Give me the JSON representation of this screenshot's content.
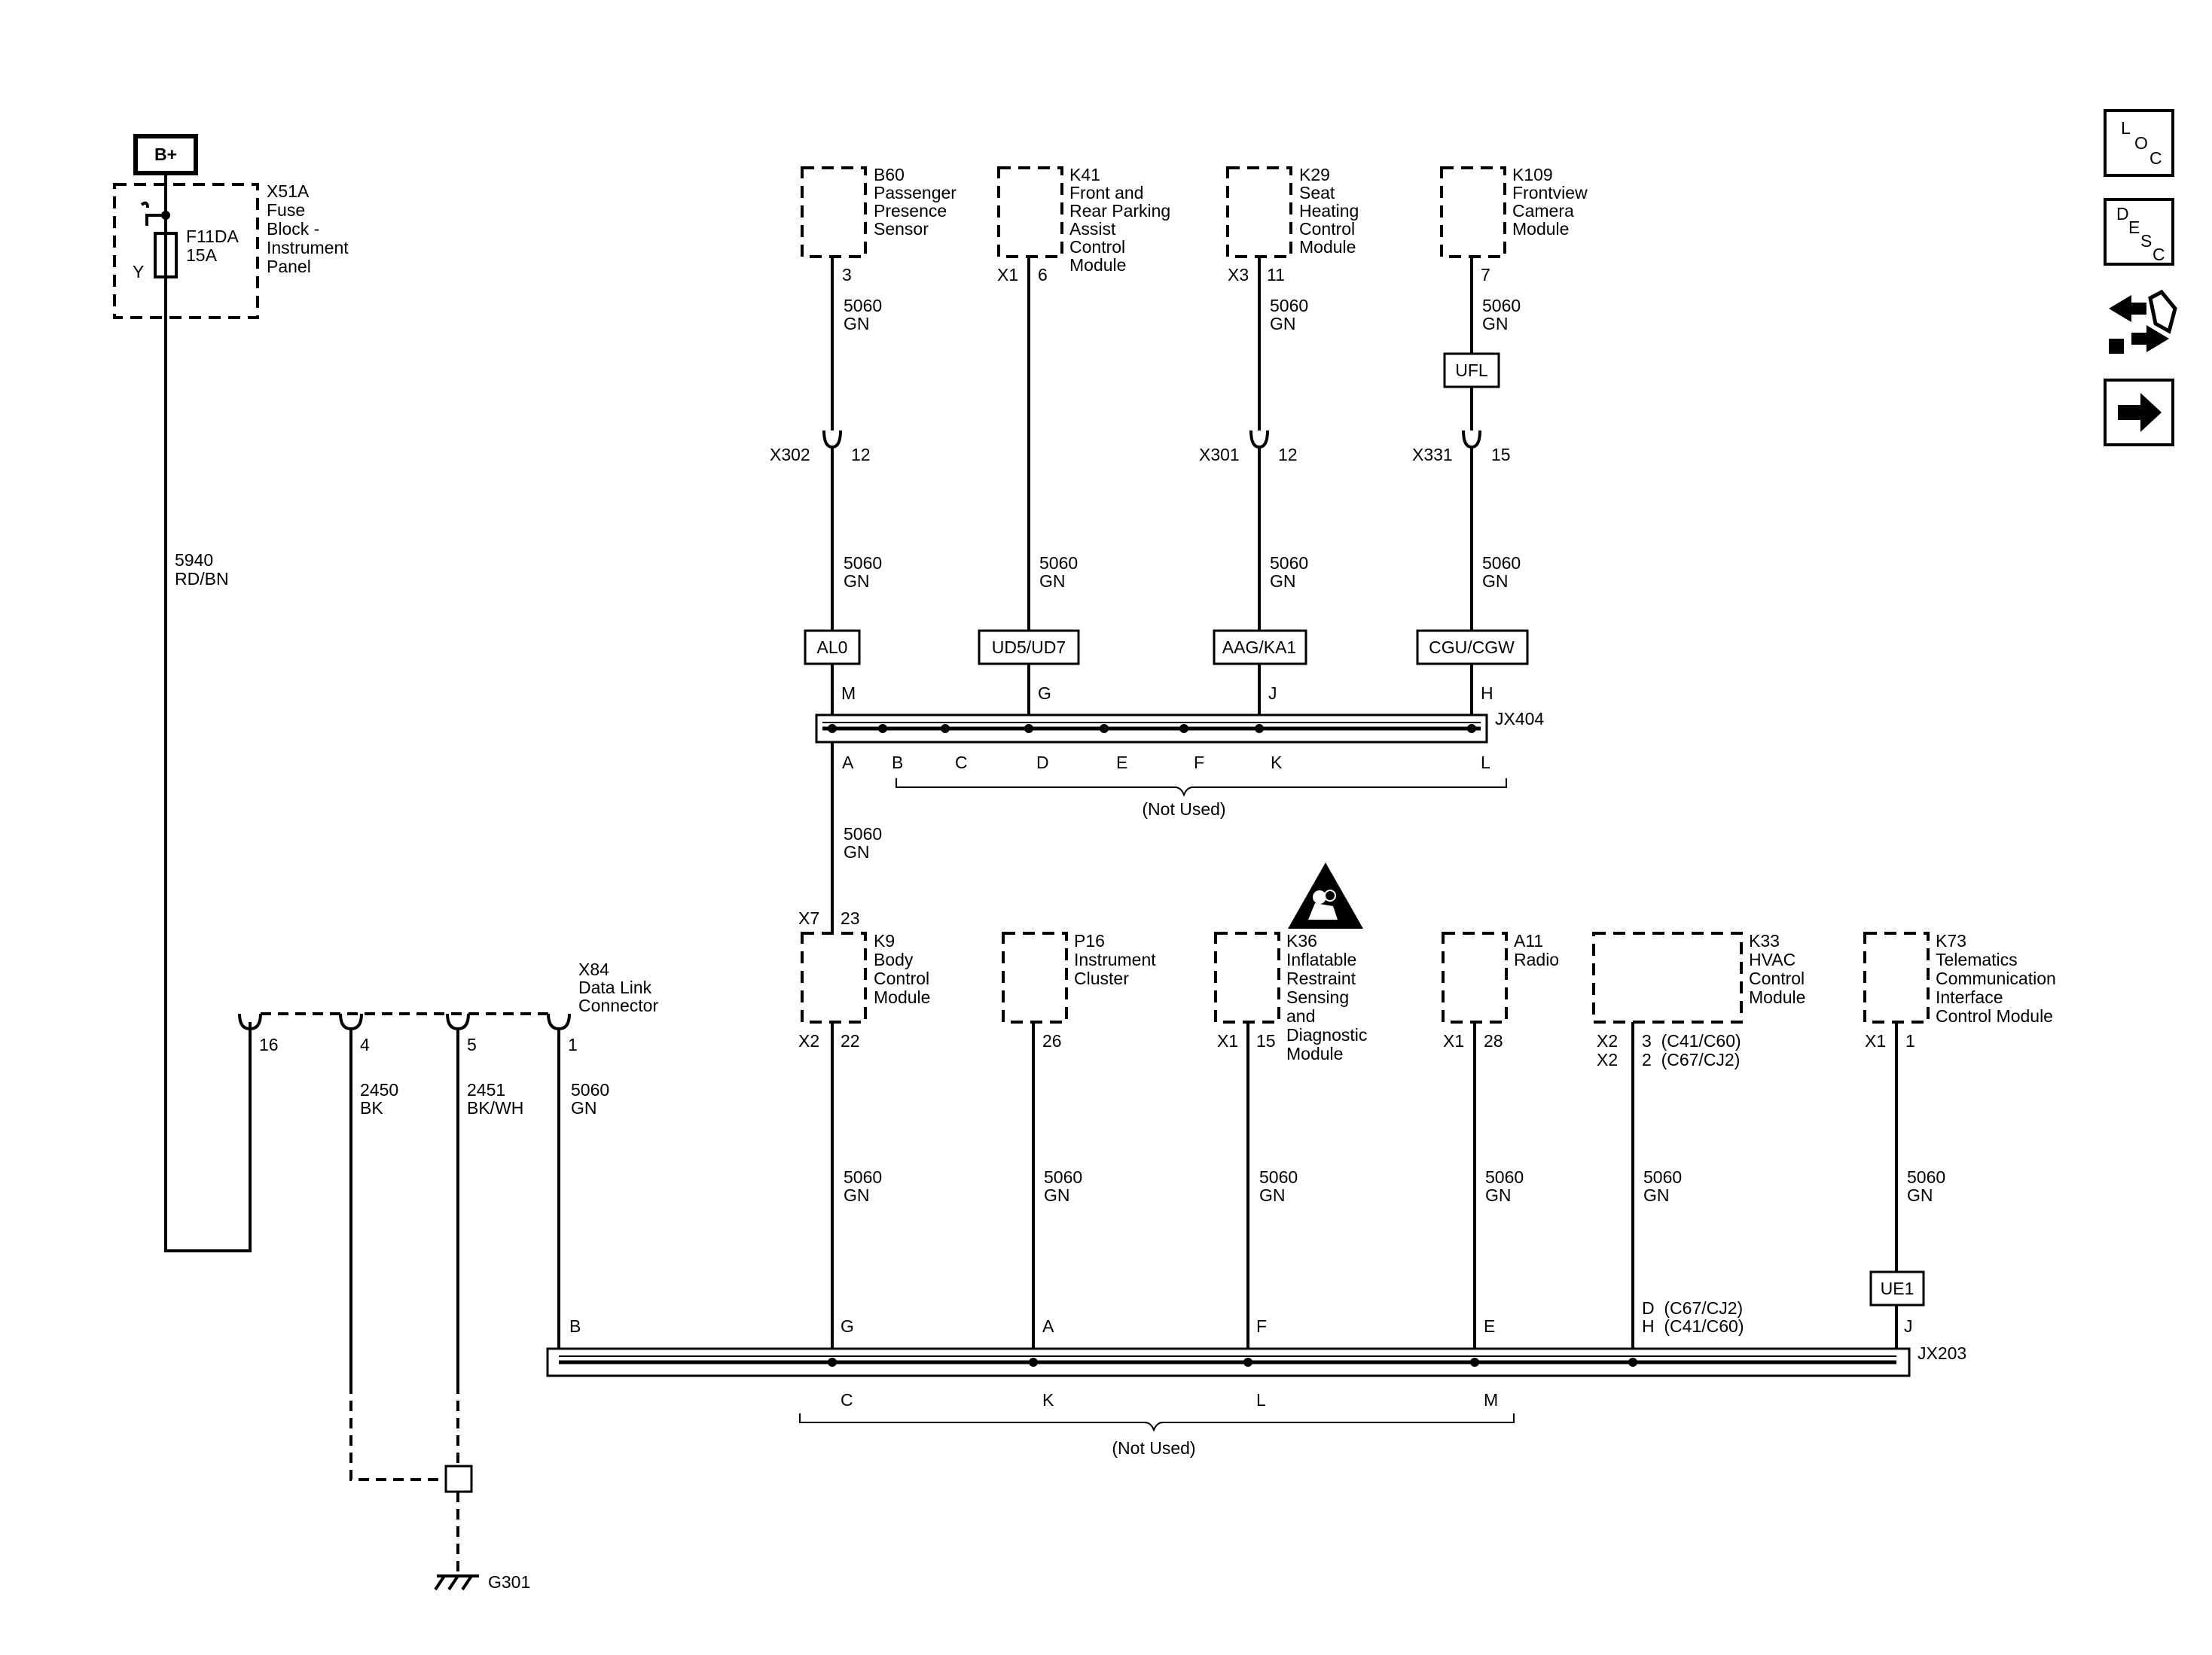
{
  "power": {
    "label": "B+"
  },
  "fuse_block": {
    "name": "X51A",
    "desc": [
      "Fuse",
      "Block -",
      "Instrument",
      "Panel"
    ],
    "fuse_id": "F11DA",
    "fuse_rating": "15A",
    "pin": "Y"
  },
  "supply_wire": {
    "circuit": "5940",
    "color": "RD/BN"
  },
  "top_modules": [
    {
      "id": "B60",
      "desc": [
        "Passenger",
        "Presence",
        "Sensor"
      ],
      "conn": "",
      "pin": "3",
      "circuit": "5060",
      "color": "GN",
      "inline_conn": "X302",
      "inline_pin": "12",
      "circuit2": "5060",
      "color2": "GN",
      "option": "AL0",
      "jx_pin": "M"
    },
    {
      "id": "K41",
      "desc": [
        "Front and",
        "Rear Parking",
        "Assist",
        "Control",
        "Module"
      ],
      "conn": "X1",
      "pin": "6",
      "circuit": "5060",
      "color": "GN",
      "option": "UD5/UD7",
      "jx_pin": "G"
    },
    {
      "id": "K29",
      "desc": [
        "Seat",
        "Heating",
        "Control",
        "Module"
      ],
      "conn": "X3",
      "pin": "11",
      "circuit": "5060",
      "color": "GN",
      "inline_conn": "X301",
      "inline_pin": "12",
      "circuit2": "5060",
      "color2": "GN",
      "option": "AAG/KA1",
      "jx_pin": "J"
    },
    {
      "id": "K109",
      "desc": [
        "Frontview",
        "Camera",
        "Module"
      ],
      "conn": "",
      "pin": "7",
      "circuit": "5060",
      "color": "GN",
      "pre_option": "UFL",
      "inline_conn": "X331",
      "inline_pin": "15",
      "circuit2": "5060",
      "color2": "GN",
      "option": "CGU/CGW",
      "jx_pin": "H"
    }
  ],
  "jx404": {
    "name": "JX404",
    "bottom_pins": [
      "A",
      "B",
      "C",
      "D",
      "E",
      "F",
      "K",
      "L"
    ],
    "not_used": "(Not Used)",
    "out_circuit": "5060",
    "out_color": "GN"
  },
  "dlc": {
    "name": "X84",
    "desc": [
      "Data Link",
      "Connector"
    ],
    "pins": [
      {
        "pin": "16"
      },
      {
        "pin": "4",
        "circuit": "2450",
        "color": "BK"
      },
      {
        "pin": "5",
        "circuit": "2451",
        "color": "BK/WH"
      },
      {
        "pin": "1",
        "circuit": "5060",
        "color": "GN"
      }
    ]
  },
  "ground": {
    "name": "G301"
  },
  "bottom_modules": [
    {
      "id": "K9",
      "desc": [
        "Body",
        "Control",
        "Module"
      ],
      "top_conn": "X7",
      "top_pin": "23",
      "conn": "X2",
      "pin": "22",
      "circuit": "5060",
      "color": "GN",
      "jx_pin": "G"
    },
    {
      "id": "P16",
      "desc": [
        "Instrument",
        "Cluster"
      ],
      "conn": "",
      "pin": "26",
      "circuit": "5060",
      "color": "GN",
      "jx_pin": "A"
    },
    {
      "id": "K36",
      "desc": [
        "Inflatable",
        "Restraint",
        "Sensing",
        "and",
        "Diagnostic",
        "Module"
      ],
      "conn": "X1",
      "pin": "15",
      "circuit": "5060",
      "color": "GN",
      "jx_pin": "F"
    },
    {
      "id": "A11",
      "desc": [
        "Radio"
      ],
      "conn": "X1",
      "pin": "28",
      "circuit": "5060",
      "color": "GN",
      "jx_pin": "E"
    },
    {
      "id": "K33",
      "desc": [
        "HVAC",
        "Control",
        "Module"
      ],
      "conn_lines": [
        "X2",
        "X2"
      ],
      "pin_lines": [
        "3  (C41/C60)",
        "2  (C67/CJ2)"
      ],
      "circuit": "5060",
      "color": "GN",
      "jx_lines": [
        "D  (C67/CJ2)",
        "H  (C41/C60)"
      ]
    },
    {
      "id": "K73",
      "desc": [
        "Telematics",
        "Communication",
        "Interface",
        "Control Module"
      ],
      "conn": "X1",
      "pin": "1",
      "circuit": "5060",
      "color": "GN",
      "option": "UE1",
      "jx_pin": "J"
    }
  ],
  "jx203": {
    "name": "JX203",
    "left_pin": "B",
    "bottom_pins": [
      "C",
      "K",
      "L",
      "M"
    ],
    "not_used": "(Not Used)"
  },
  "nav": {
    "loc": [
      "L",
      "O",
      "C"
    ],
    "desc": [
      "D",
      "E",
      "S",
      "C"
    ],
    "icons": [
      "connector-swap-icon",
      "next-arrow-icon"
    ]
  }
}
